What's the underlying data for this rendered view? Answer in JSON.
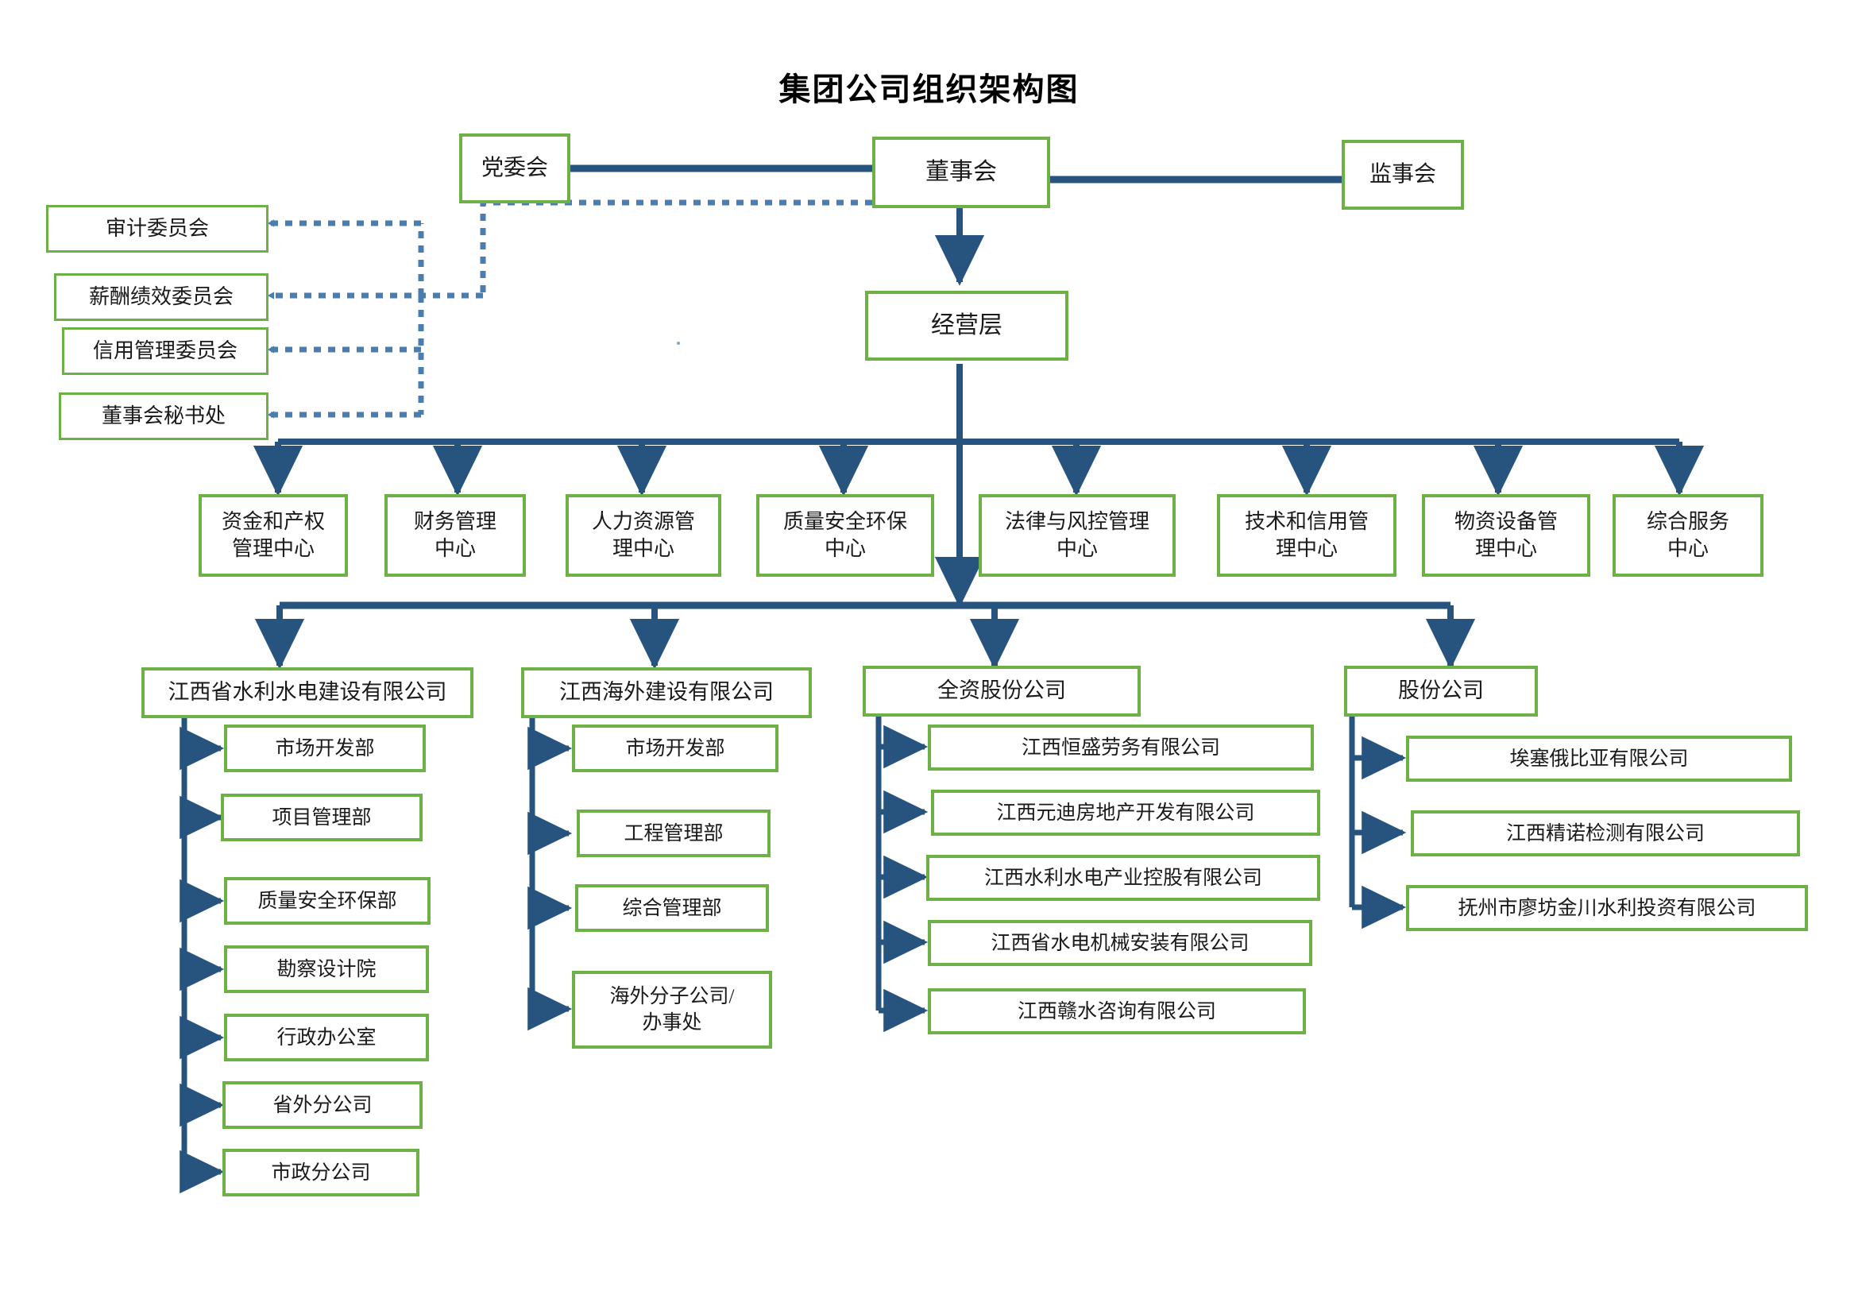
{
  "page": {
    "title": "集团公司组织架构图",
    "colors": {
      "box_border_green": "#6CB046",
      "connector_blue": "#27547E",
      "dotted_blue": "#4A7EB0",
      "background": "#FFFFFF",
      "text": "#1A1A1A"
    }
  },
  "governance": {
    "party_committee": "党委会",
    "board_of_directors": "董事会",
    "board_of_supervisors": "监事会",
    "management_layer": "经营层"
  },
  "committees": [
    {
      "label": "审计委员会"
    },
    {
      "label": "薪酬绩效委员会"
    },
    {
      "label": "信用管理委员会"
    },
    {
      "label": "董事会秘书处"
    }
  ],
  "centers": [
    {
      "line1": "资金和产权",
      "line2": "管理中心"
    },
    {
      "line1": "财务管理",
      "line2": "中心"
    },
    {
      "line1": "人力资源管",
      "line2": "理中心"
    },
    {
      "line1": "质量安全环保",
      "line2": "中心"
    },
    {
      "line1": "法律与风控管理",
      "line2": "中心"
    },
    {
      "line1": "技术和信用管",
      "line2": "理中心"
    },
    {
      "line1": "物资设备管",
      "line2": "理中心"
    },
    {
      "line1": "综合服务",
      "line2": "中心"
    }
  ],
  "subsidiaries": [
    {
      "name": "江西省水利水电建设有限公司",
      "children": [
        {
          "label": "市场开发部"
        },
        {
          "label": "项目管理部"
        },
        {
          "label": "质量安全环保部"
        },
        {
          "label": "勘察设计院"
        },
        {
          "label": "行政办公室"
        },
        {
          "label": "省外分公司"
        },
        {
          "label": "市政分公司"
        }
      ]
    },
    {
      "name": "江西海外建设有限公司",
      "children": [
        {
          "label": "市场开发部"
        },
        {
          "label": "工程管理部"
        },
        {
          "label": "综合管理部"
        },
        {
          "line1": "海外分子公司/",
          "line2": "办事处"
        }
      ]
    },
    {
      "name": "全资股份公司",
      "children": [
        {
          "label": "江西恒盛劳务有限公司"
        },
        {
          "label": "江西元迪房地产开发有限公司"
        },
        {
          "label": "江西水利水电产业控股有限公司"
        },
        {
          "label": "江西省水电机械安装有限公司"
        },
        {
          "label": "江西赣水咨询有限公司"
        }
      ]
    },
    {
      "name": "股份公司",
      "children": [
        {
          "label": "埃塞俄比亚有限公司"
        },
        {
          "label": "江西精诺检测有限公司"
        },
        {
          "label": "抚州市廖坊金川水利投资有限公司"
        }
      ]
    }
  ]
}
